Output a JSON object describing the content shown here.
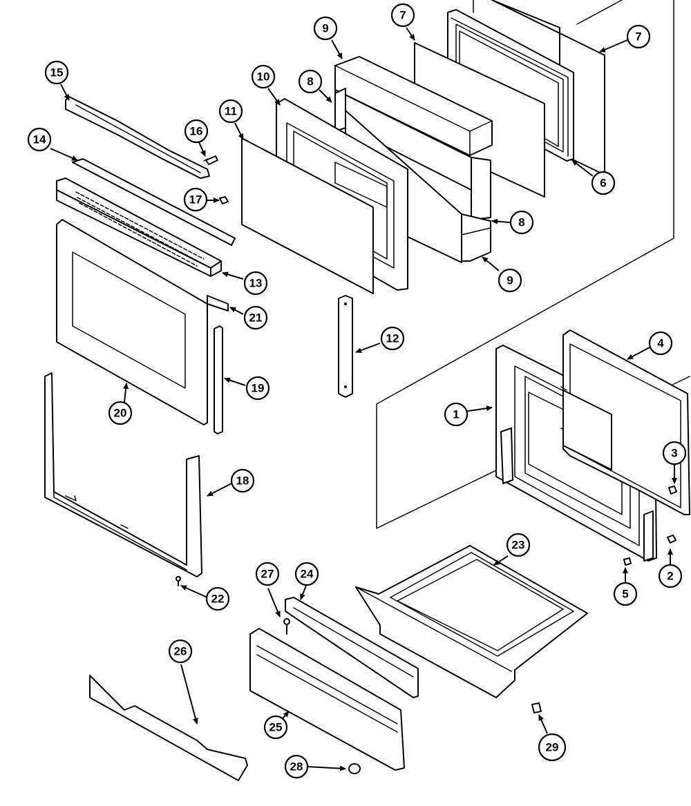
{
  "diagram": {
    "type": "exploded-parts-diagram",
    "callouts": [
      "1",
      "2",
      "3",
      "4",
      "5",
      "6",
      "7",
      "7",
      "8",
      "8",
      "9",
      "9",
      "10",
      "11",
      "12",
      "13",
      "14",
      "15",
      "16",
      "17",
      "18",
      "19",
      "20",
      "21",
      "22",
      "23",
      "24",
      "25",
      "26",
      "27",
      "28",
      "29"
    ]
  }
}
